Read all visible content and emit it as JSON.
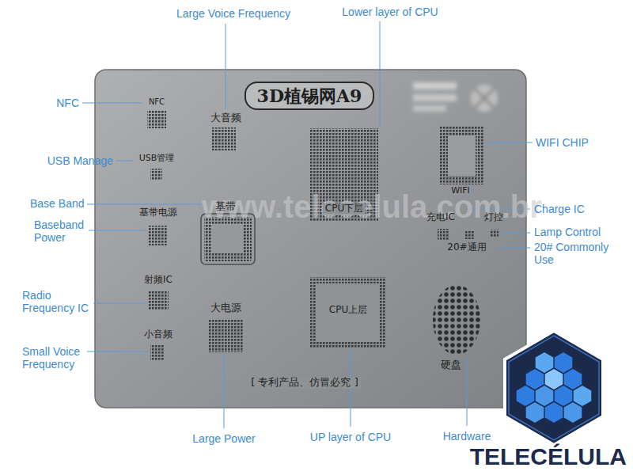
{
  "diagram": {
    "nodes": [
      {
        "text": [
          "NFC",
          "大音频",
          "USB管理",
          "基带",
          "CPU下层",
          "WIFI",
          "基带电源",
          "充电IC",
          "灯控",
          "20#通用",
          "射频IC",
          "大电源",
          "CPU上层",
          "小音频",
          "硬盘",
          "[ 专利产品、仿冒必究 ]"
        ]
      },
      {
        "text": [
          "3D植锡网A9"
        ],
        "in": 0
      }
    ],
    "labels": [
      "Large Voice Frequency",
      "Lower layer of CPU",
      "NFC",
      "USB Manage",
      "WIFI CHIP",
      "Base Band",
      "Baseband Power",
      "Charge IC",
      "Lamp Control",
      "20# Commonly Use",
      "Radio Frequency IC",
      "Small Voice Frequency",
      "Large Power",
      "UP layer of CPU",
      "Hardware",
      "TELECÉLULA",
      "www.telecelula.com.br"
    ]
  }
}
